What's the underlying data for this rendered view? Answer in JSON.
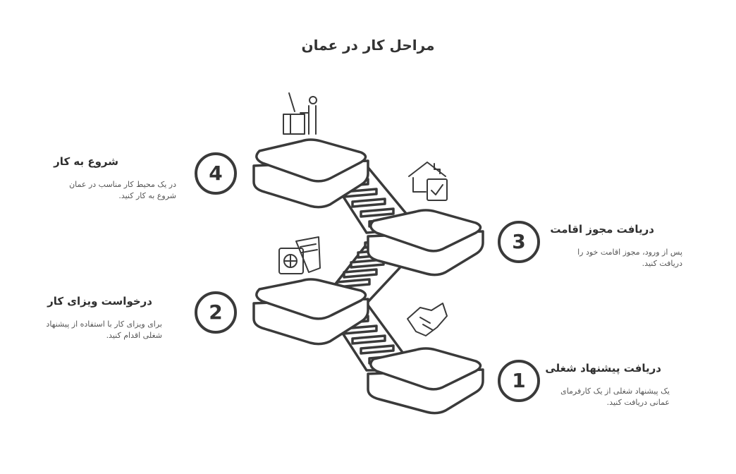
{
  "title": "مراحل کار در عمان",
  "steps": [
    {
      "number": "1",
      "title": "دریافت پیشنهاد شغلی",
      "description": "یک پیشنهاد شغلی از یک کارفرمای عمانی دریافت کنید.",
      "icon": "handshake-icon"
    },
    {
      "number": "2",
      "title": "درخواست ویزای کار",
      "description": "برای ویزای کار با استفاده از پیشنهاد شغلی اقدام کنید.",
      "icon": "passport-ticket-icon"
    },
    {
      "number": "3",
      "title": "دریافت مجوز اقامت",
      "description": "پس از ورود، مجوز اقامت خود را دریافت کنید.",
      "icon": "home-check-icon"
    },
    {
      "number": "4",
      "title": "شروع به کار",
      "description": "در یک محیط کار مناسب در عمان شروع به کار کنید.",
      "icon": "desk-worker-icon"
    }
  ],
  "colors": {
    "stroke": "#3a3a3a",
    "fill": "#ffffff",
    "text": "#2e2e2e"
  }
}
